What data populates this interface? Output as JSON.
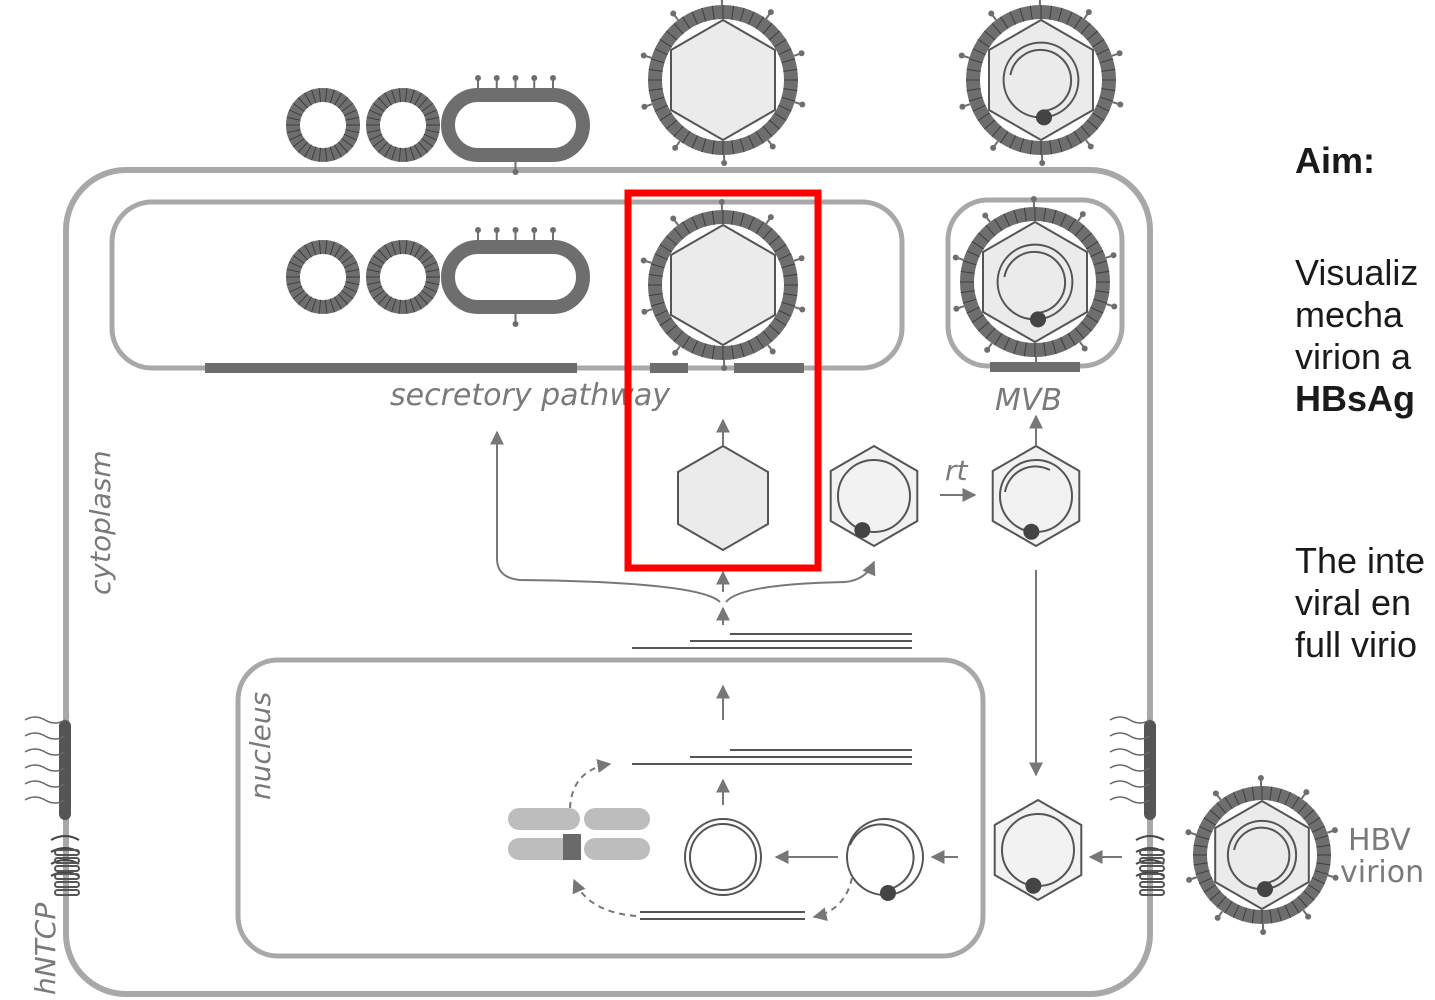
{
  "labels": {
    "secretory": "secretory  pathway",
    "mvb": "MVB",
    "cytoplasm": "cytoplasm",
    "nucleus": "nucleus",
    "rt": "rt",
    "hntcp": "hNTCP",
    "hbv_line1": "HBV",
    "hbv_line2": "virion"
  },
  "side": {
    "aim": "Aim:",
    "p1_l1": "Visualiz",
    "p1_l2": "mecha",
    "p1_l3": "virion a",
    "p1_l4": "HBsAg",
    "p2_l1": "The inte",
    "p2_l2": "viral en",
    "p2_l3": "full virio"
  },
  "colors": {
    "membrane": "#a8a8a8",
    "protein": "#6e6e6e",
    "capsid_fill": "#ebebeb",
    "highlight": "#ff0000"
  }
}
